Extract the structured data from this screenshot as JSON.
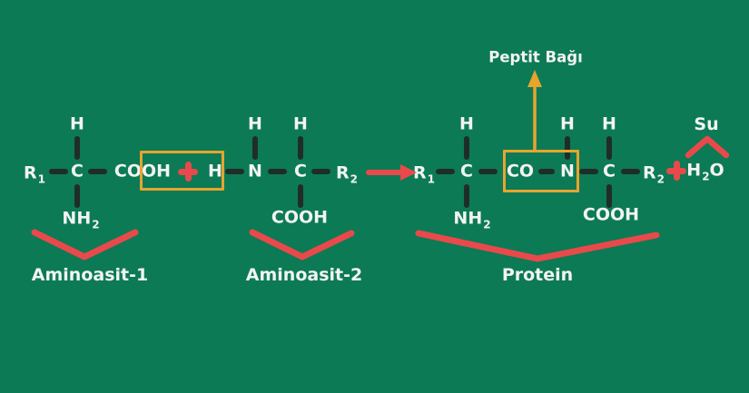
{
  "colors": {
    "background": "#0c7a55",
    "text": "#f2f4f1",
    "bond": "#1f2d29",
    "accent_red": "#e9494b",
    "accent_yellow": "#e7a42e"
  },
  "aminoasit1": {
    "label": "Aminoasit-1",
    "h_top": "H",
    "r": "R",
    "r_sub": "1",
    "c": "C",
    "cooh": "COOH",
    "nh": "NH",
    "nh_sub": "2"
  },
  "plus": "+",
  "aminoasit2": {
    "label": "Aminoasit-2",
    "h_left": "H",
    "h_top_n": "H",
    "h_top_c": "H",
    "n": "N",
    "c": "C",
    "r": "R",
    "r_sub": "2",
    "cooh": "COOH"
  },
  "protein": {
    "label": "Protein",
    "r1": "R",
    "r1_sub": "1",
    "h_c1": "H",
    "c1": "C",
    "co": "CO",
    "n": "N",
    "h_n": "H",
    "c2": "C",
    "h_c2": "H",
    "r2": "R",
    "r2_sub": "2",
    "nh": "NH",
    "nh_sub": "2",
    "cooh": "COOH"
  },
  "peptide_bond": {
    "label": "Peptit Bağı"
  },
  "water": {
    "label": "Su",
    "h": "H",
    "sub": "2",
    "o": "O",
    "plus": "+"
  },
  "icons": {
    "reaction_arrow": "arrow-right-icon",
    "peptide_arrow": "arrow-up-icon",
    "plus_signs": "plus-icon",
    "braces": "chevron-brace"
  }
}
